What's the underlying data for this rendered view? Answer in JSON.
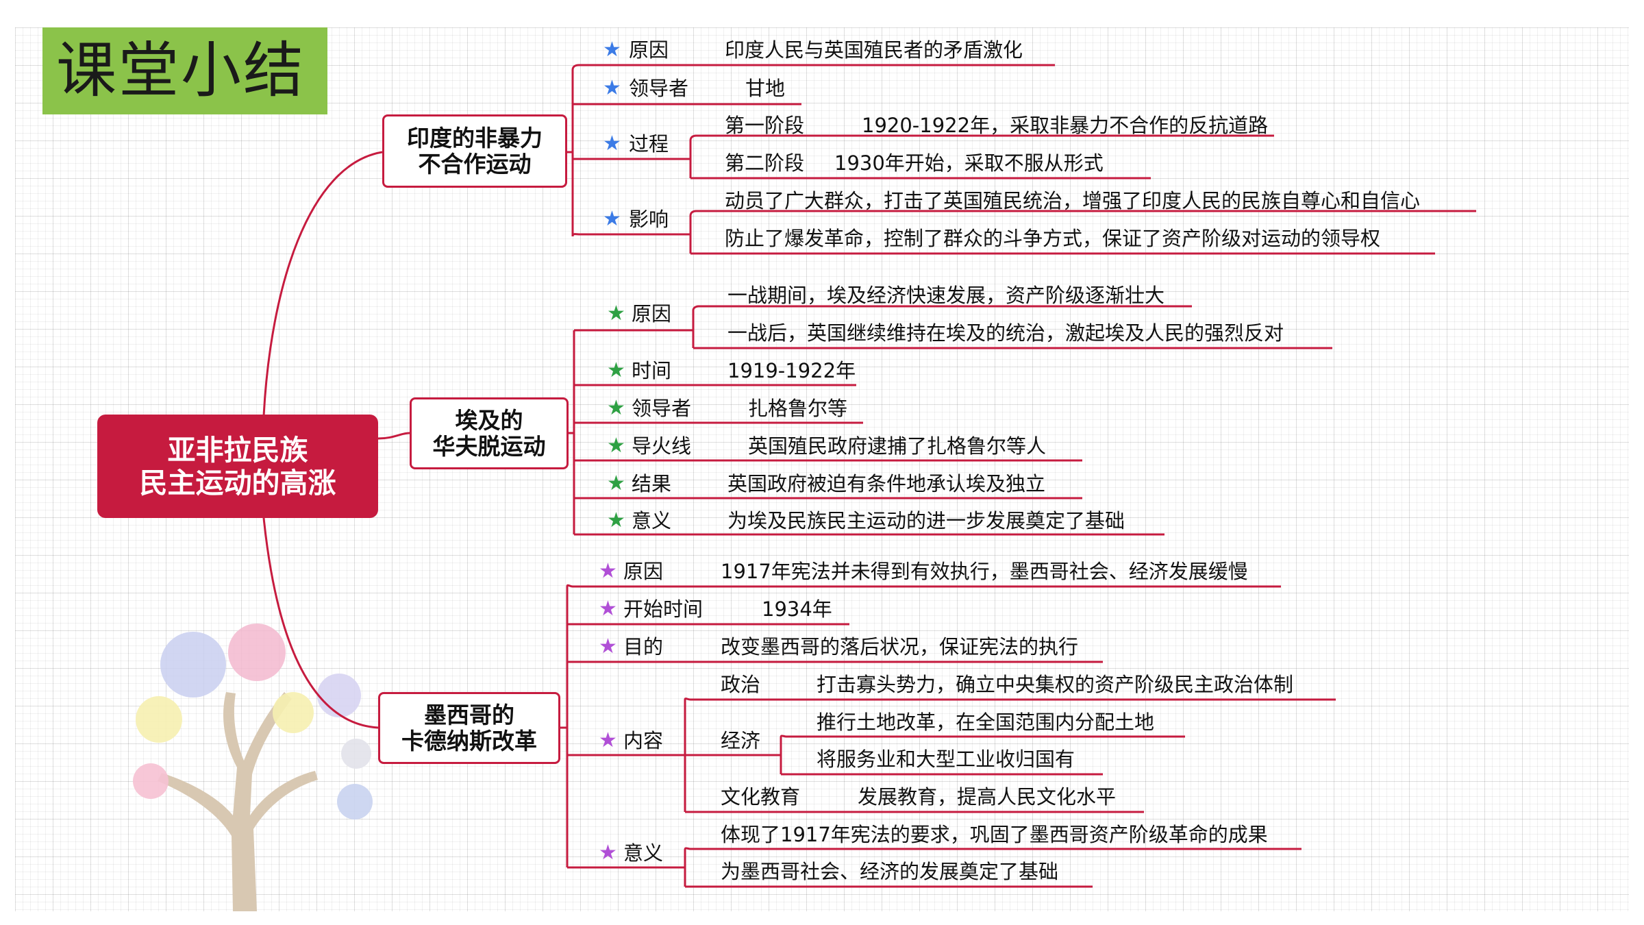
{
  "title": "课堂小结",
  "central": {
    "line1": "亚非拉民族",
    "line2": "民主运动的高涨"
  },
  "colors": {
    "accent": "#c61b3f",
    "title_bg": "#8bc34a",
    "india_star": "#3b7be6",
    "egypt_star": "#2ea043",
    "mexico_star": "#b04fd6"
  },
  "india": {
    "topic_line1": "印度的非暴力",
    "topic_line2": "不合作运动",
    "items": [
      {
        "label": "原因",
        "text": "印度人民与英国殖民者的矛盾激化"
      },
      {
        "label": "领导者",
        "text": "甘地"
      },
      {
        "label": "过程",
        "sub": [
          {
            "label": "第一阶段",
            "text": "1920-1922年，采取非暴力不合作的反抗道路"
          },
          {
            "label": "第二阶段",
            "text": "1930年开始，采取不服从形式"
          }
        ]
      },
      {
        "label": "影响",
        "lines": [
          "动员了广大群众，打击了英国殖民统治，增强了印度人民的民族自尊心和自信心",
          "防止了爆发革命，控制了群众的斗争方式，保证了资产阶级对运动的领导权"
        ]
      }
    ]
  },
  "egypt": {
    "topic_line1": "埃及的",
    "topic_line2": "华夫脱运动",
    "items": [
      {
        "label": "原因",
        "lines": [
          "一战期间，埃及经济快速发展，资产阶级逐渐壮大",
          "一战后，英国继续维持在埃及的统治，激起埃及人民的强烈反对"
        ]
      },
      {
        "label": "时间",
        "text": "1919-1922年"
      },
      {
        "label": "领导者",
        "text": "扎格鲁尔等"
      },
      {
        "label": "导火线",
        "text": "英国殖民政府逮捕了扎格鲁尔等人"
      },
      {
        "label": "结果",
        "text": "英国政府被迫有条件地承认埃及独立"
      },
      {
        "label": "意义",
        "text": "为埃及民族民主运动的进一步发展奠定了基础"
      }
    ]
  },
  "mexico": {
    "topic_line1": "墨西哥的",
    "topic_line2": "卡德纳斯改革",
    "items": [
      {
        "label": "原因",
        "text": "1917年宪法并未得到有效执行，墨西哥社会、经济发展缓慢"
      },
      {
        "label": "开始时间",
        "text": "1934年"
      },
      {
        "label": "目的",
        "text": "改变墨西哥的落后状况，保证宪法的执行"
      },
      {
        "label": "内容",
        "sub": [
          {
            "label": "政治",
            "text": "打击寡头势力，确立中央集权的资产阶级民主政治体制"
          },
          {
            "label": "经济",
            "lines": [
              "推行土地改革，在全国范围内分配土地",
              "将服务业和大型工业收归国有"
            ]
          },
          {
            "label": "文化教育",
            "text": "发展教育，提高人民文化水平"
          }
        ]
      },
      {
        "label": "意义",
        "lines": [
          "体现了1917年宪法的要求，巩固了墨西哥资产阶级革命的成果",
          "为墨西哥社会、经济的发展奠定了基础"
        ]
      }
    ]
  }
}
